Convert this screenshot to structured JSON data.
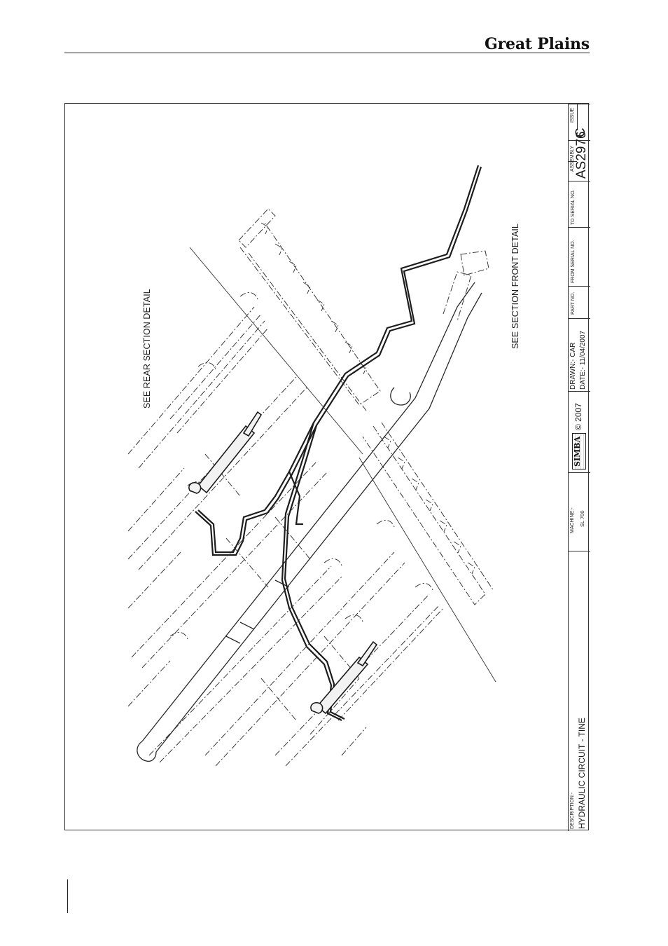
{
  "header": {
    "brand": "Great Plains"
  },
  "drawing": {
    "notes": {
      "rear": "SEE REAR SECTION DETAIL",
      "front": "SEE SECTION FRONT DETAIL"
    }
  },
  "title_block": {
    "description_label": "DESCRIPTION:-",
    "description": "HYDRAULIC CIRCUIT - TINE",
    "machine_label": "MACHINE:-",
    "machine": "SL 700",
    "logo_text": "SIMBA",
    "copyright": "© 2007",
    "drawn": "DRAWN:- CAR",
    "date": "DATE:- 11/04/2007",
    "part_no_label": "PART NO.",
    "from_serial_label": "FROM SERIAL NO.",
    "to_serial_label": "TO SERIAL NO.",
    "assembly_label": "ASSEMBLY",
    "assembly": "AS2976",
    "issue_label": "ISSUE",
    "issue": "C"
  }
}
